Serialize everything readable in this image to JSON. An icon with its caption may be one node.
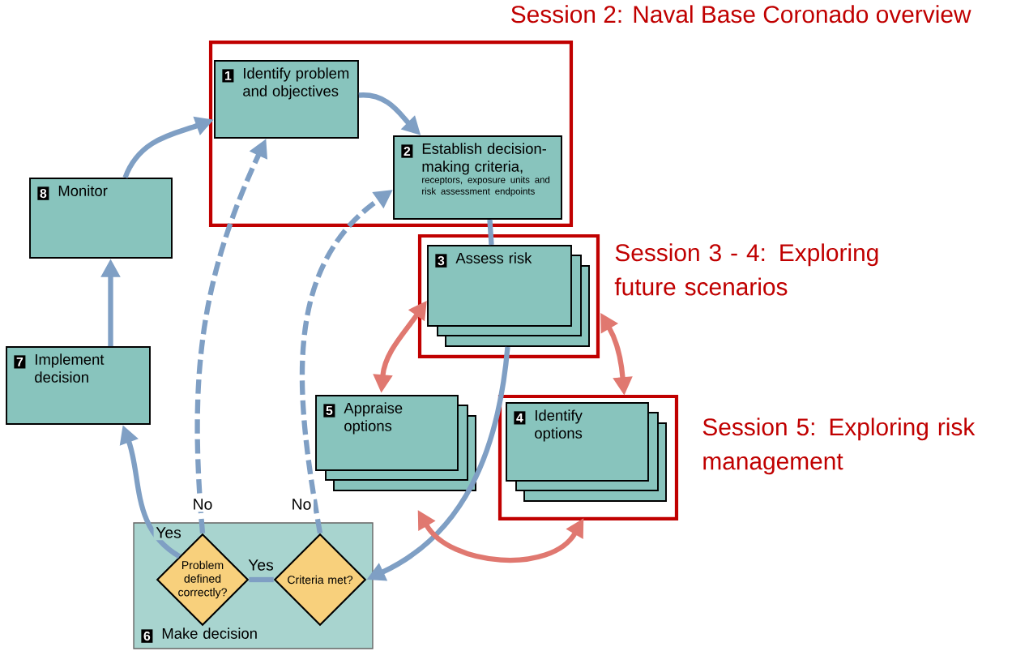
{
  "diagram": {
    "nodes": [
      {
        "text": [
          "Session 2: Naval Base Coronado overview"
        ]
      },
      {
        "text": [
          "1",
          "Identify problem and objectives"
        ],
        "in": 0
      },
      {
        "text": [
          "2",
          "Establish decision-making criteria,",
          "receptors, exposure units and risk assessment endpoints"
        ],
        "in": 0
      },
      {
        "text": [
          "Session 3 - 4: Exploring future scenarios"
        ]
      },
      {
        "text": [
          "3",
          "Assess risk"
        ],
        "in": 3
      },
      {
        "text": [
          "5",
          "Appraise options"
        ]
      },
      {
        "text": [
          "Session 5: Exploring risk management"
        ]
      },
      {
        "text": [
          "4",
          "Identify options"
        ],
        "in": 6
      },
      {
        "text": [
          "6",
          "Make decision"
        ]
      },
      {
        "text": [
          "Problem defined correctly?"
        ],
        "in": 8
      },
      {
        "text": [
          "Criteria met?"
        ],
        "in": 8
      },
      {
        "text": [
          "7",
          "Implement decision"
        ]
      },
      {
        "text": [
          "8",
          "Monitor"
        ]
      }
    ],
    "edges": [
      {
        "from": 12,
        "to": 1,
        "arrow": "to"
      },
      {
        "from": 1,
        "to": 2,
        "arrow": "to"
      },
      {
        "from": 2,
        "to": 4,
        "arrow": "none"
      },
      {
        "from": 4,
        "to": 10,
        "arrow": "to"
      },
      {
        "from": 10,
        "to": 9,
        "arrow": "none",
        "label": "Yes"
      },
      {
        "from": 9,
        "to": 11,
        "arrow": "to",
        "label": "Yes"
      },
      {
        "from": 11,
        "to": 12,
        "arrow": "to"
      },
      {
        "from": 9,
        "to": 1,
        "arrow": "to",
        "label": "No",
        "style": "dashed"
      },
      {
        "from": 10,
        "to": 2,
        "arrow": "to",
        "label": "No",
        "style": "dashed"
      },
      {
        "from": 4,
        "to": 5,
        "arrow": "both",
        "color": "#e07870"
      },
      {
        "from": 4,
        "to": 7,
        "arrow": "both",
        "color": "#e07870"
      },
      {
        "from": 5,
        "to": 7,
        "arrow": "both",
        "color": "#e07870"
      }
    ]
  }
}
